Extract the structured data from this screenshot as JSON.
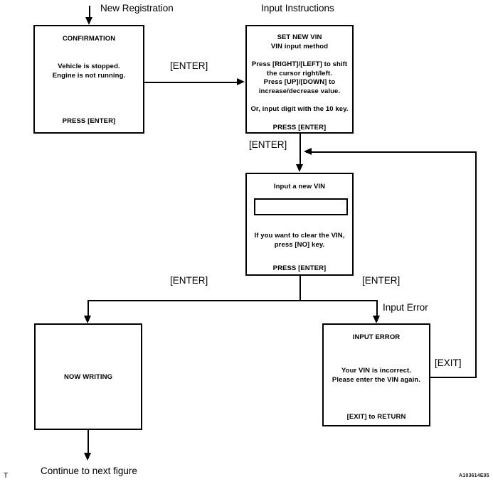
{
  "diagram": {
    "title_annotations": {
      "new_registration": "New Registration",
      "input_instructions": "Input Instructions",
      "input_error": "Input Error",
      "continue": "Continue to next figure"
    },
    "figure_code": "A103614E05",
    "corner_mark": "T",
    "edge_labels": {
      "enter_1": "[ENTER]",
      "enter_2": "[ENTER]",
      "enter_left": "[ENTER]",
      "enter_right": "[ENTER]",
      "exit": "[EXIT]"
    },
    "nodes": {
      "confirmation": {
        "header": "CONFIRMATION",
        "body_line_1": "Vehicle is stopped.",
        "body_line_2": "Engine is not running.",
        "footer": "PRESS [ENTER]"
      },
      "set_new_vin": {
        "header_line_1": "SET NEW VIN",
        "header_line_2": "VIN input method",
        "body_line_1": "Press [RIGHT]/[LEFT] to shift",
        "body_line_2": "the cursor right/left.",
        "body_line_3": "Press [UP]/[DOWN]  to",
        "body_line_4": "increase/decrease value.",
        "body_line_5": "Or, input digit with the 10 key.",
        "footer": "PRESS [ENTER]"
      },
      "input_new_vin": {
        "header": "Input a new VIN",
        "field_value": "",
        "body_line_1": "If you want to clear the VIN,",
        "body_line_2": "press [NO] key.",
        "footer": "PRESS [ENTER]"
      },
      "now_writing": {
        "label": "NOW WRITING"
      },
      "input_error": {
        "header": "INPUT  ERROR",
        "body_line_1": "Your VIN is incorrect.",
        "body_line_2": "Please enter the VIN again.",
        "footer": "[EXIT] to RETURN"
      }
    }
  }
}
